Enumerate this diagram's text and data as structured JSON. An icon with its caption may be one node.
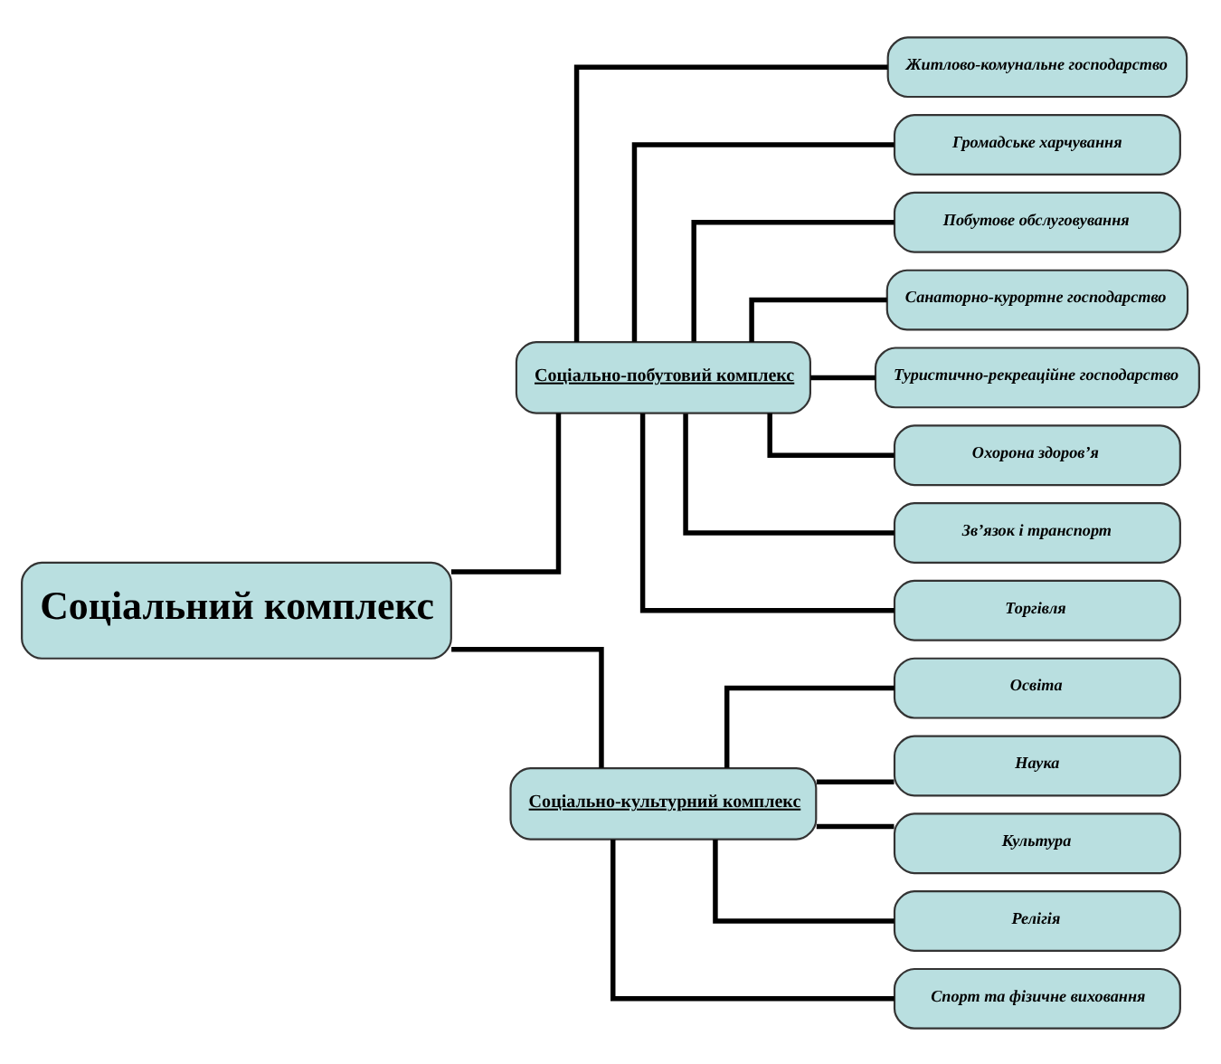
{
  "diagram": {
    "nodes": [
      {
        "text": [
          "Соціальний комплекс"
        ]
      },
      {
        "text": [
          "Соціально-побутовий комплекс"
        ]
      },
      {
        "text": [
          "Соціально-культурний комплекс"
        ]
      },
      {
        "text": [
          "Житлово-комунальне господарство"
        ]
      },
      {
        "text": [
          "Громадське харчування"
        ]
      },
      {
        "text": [
          "Побутове обслуговування"
        ]
      },
      {
        "text": [
          "Санаторно-курортне господарство"
        ]
      },
      {
        "text": [
          "Туристично-рекреаційне господарство"
        ]
      },
      {
        "text": [
          "Охорона здоровʼя"
        ]
      },
      {
        "text": [
          "Звʼязок і транспорт"
        ]
      },
      {
        "text": [
          "Торгівля"
        ]
      },
      {
        "text": [
          "Освіта"
        ]
      },
      {
        "text": [
          "Наука"
        ]
      },
      {
        "text": [
          "Культура"
        ]
      },
      {
        "text": [
          "Релігія"
        ]
      },
      {
        "text": [
          "Спорт та фізичне виховання"
        ]
      }
    ],
    "edges": [
      {
        "from": 0,
        "to": 1,
        "arrow": "none"
      },
      {
        "from": 0,
        "to": 2,
        "arrow": "none"
      },
      {
        "from": 1,
        "to": 3,
        "arrow": "none"
      },
      {
        "from": 1,
        "to": 4,
        "arrow": "none"
      },
      {
        "from": 1,
        "to": 5,
        "arrow": "none"
      },
      {
        "from": 1,
        "to": 6,
        "arrow": "none"
      },
      {
        "from": 1,
        "to": 7,
        "arrow": "none"
      },
      {
        "from": 1,
        "to": 8,
        "arrow": "none"
      },
      {
        "from": 1,
        "to": 9,
        "arrow": "none"
      },
      {
        "from": 1,
        "to": 10,
        "arrow": "none"
      },
      {
        "from": 2,
        "to": 11,
        "arrow": "none"
      },
      {
        "from": 2,
        "to": 12,
        "arrow": "none"
      },
      {
        "from": 2,
        "to": 13,
        "arrow": "none"
      },
      {
        "from": 2,
        "to": 14,
        "arrow": "none"
      },
      {
        "from": 2,
        "to": 15,
        "arrow": "none"
      }
    ]
  }
}
